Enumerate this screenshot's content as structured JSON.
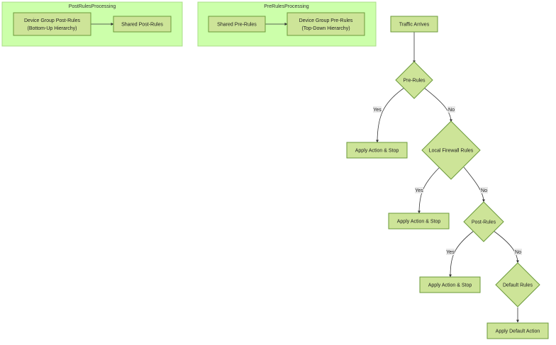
{
  "clusters": {
    "post": {
      "title": "PostRulesProcessing"
    },
    "pre": {
      "title": "PreRulesProcessing"
    }
  },
  "nodes": {
    "dg_post": {
      "line1": "Device Group Post-Rules",
      "line2": "(Bottom-Up Hierarchy)"
    },
    "shared_post": {
      "label": "Shared Post-Rules"
    },
    "shared_pre": {
      "label": "Shared Pre-Rules"
    },
    "dg_pre": {
      "line1": "Device Group Pre-Rules",
      "line2": "(Top-Down Hierarchy)"
    },
    "traffic": {
      "label": "Traffic Arrives"
    },
    "pre_rules": {
      "label": "Pre-Rules"
    },
    "apply1": {
      "label": "Apply Action & Stop"
    },
    "local_fw": {
      "label": "Local Firewall Rules"
    },
    "apply2": {
      "label": "Apply Action & Stop"
    },
    "post_rules": {
      "label": "Post-Rules"
    },
    "apply3": {
      "label": "Apply Action & Stop"
    },
    "default_rules": {
      "label": "Default Rules"
    },
    "default_action": {
      "label": "Apply Default Action"
    }
  },
  "edges": {
    "yes1": "Yes",
    "no1": "No",
    "yes2": "Yes",
    "no2": "No",
    "yes3": "Yes",
    "no3": "No"
  }
}
